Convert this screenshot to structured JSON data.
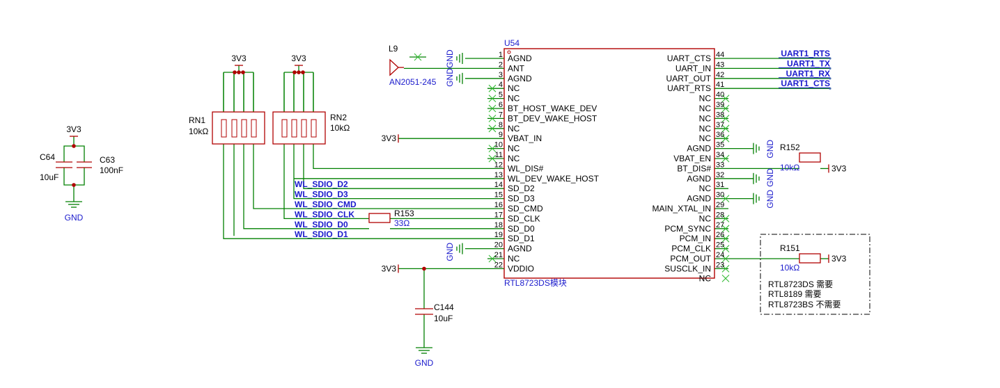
{
  "u54": {
    "designator": "U54",
    "value": "RTL8723DS模块",
    "left_pins": [
      {
        "num": "1",
        "name": "AGND"
      },
      {
        "num": "2",
        "name": "ANT"
      },
      {
        "num": "3",
        "name": "AGND"
      },
      {
        "num": "4",
        "name": "NC"
      },
      {
        "num": "5",
        "name": "NC"
      },
      {
        "num": "6",
        "name": "BT_HOST_WAKE_DEV"
      },
      {
        "num": "7",
        "name": "BT_DEV_WAKE_HOST"
      },
      {
        "num": "8",
        "name": "NC"
      },
      {
        "num": "9",
        "name": "VBAT_IN"
      },
      {
        "num": "10",
        "name": "NC"
      },
      {
        "num": "11",
        "name": "NC"
      },
      {
        "num": "12",
        "name": "WL_DIS#"
      },
      {
        "num": "13",
        "name": "WL_DEV_WAKE_HOST"
      },
      {
        "num": "14",
        "name": "SD_D2"
      },
      {
        "num": "15",
        "name": "SD_D3"
      },
      {
        "num": "16",
        "name": "SD_CMD"
      },
      {
        "num": "17",
        "name": "SD_CLK"
      },
      {
        "num": "18",
        "name": "SD_D0"
      },
      {
        "num": "19",
        "name": "SD_D1"
      },
      {
        "num": "20",
        "name": "AGND"
      },
      {
        "num": "21",
        "name": "NC"
      },
      {
        "num": "22",
        "name": "VDDIO"
      }
    ],
    "right_pins": [
      {
        "num": "44",
        "name": "UART_CTS"
      },
      {
        "num": "43",
        "name": "UART_IN"
      },
      {
        "num": "42",
        "name": "UART_OUT"
      },
      {
        "num": "41",
        "name": "UART_RTS"
      },
      {
        "num": "40",
        "name": "NC"
      },
      {
        "num": "39",
        "name": "NC"
      },
      {
        "num": "38",
        "name": "NC"
      },
      {
        "num": "37",
        "name": "NC"
      },
      {
        "num": "36",
        "name": "NC"
      },
      {
        "num": "35",
        "name": "AGND"
      },
      {
        "num": "34",
        "name": "VBAT_EN"
      },
      {
        "num": "33",
        "name": "BT_DIS#"
      },
      {
        "num": "32",
        "name": "AGND"
      },
      {
        "num": "31",
        "name": "NC"
      },
      {
        "num": "30",
        "name": "AGND"
      },
      {
        "num": "29",
        "name": "MAIN_XTAL_IN"
      },
      {
        "num": "28",
        "name": "NC"
      },
      {
        "num": "27",
        "name": "PCM_SYNC"
      },
      {
        "num": "26",
        "name": "PCM_IN"
      },
      {
        "num": "25",
        "name": "PCM_CLK"
      },
      {
        "num": "24",
        "name": "PCM_OUT"
      },
      {
        "num": "23",
        "name": "SUSCLK_IN"
      }
    ],
    "right_last_nc": "NC"
  },
  "antenna": {
    "designator": "L9",
    "value": "AN2051-245"
  },
  "rn1": {
    "designator": "RN1",
    "value": "10kΩ"
  },
  "rn2": {
    "designator": "RN2",
    "value": "10kΩ"
  },
  "r153": {
    "designator": "R153",
    "value": "33Ω"
  },
  "r152": {
    "designator": "R152",
    "value": "10kΩ"
  },
  "r151": {
    "designator": "R151",
    "value": "10kΩ"
  },
  "c64": {
    "designator": "C64",
    "value": "10uF"
  },
  "c63": {
    "designator": "C63",
    "value": "100nF"
  },
  "c144": {
    "designator": "C144",
    "value": "10uF"
  },
  "power": {
    "v33": "3V3",
    "gnd": "GND"
  },
  "uart_nets": [
    "UART1_RTS",
    "UART1_TX",
    "UART1_RX",
    "UART1_CTS"
  ],
  "sdio_nets": [
    "WL_SDIO_D2",
    "WL_SDIO_D3",
    "WL_SDIO_CMD",
    "WL_SDIO_CLK",
    "WL_SDIO_D0",
    "WL_SDIO_D1"
  ],
  "note": [
    "RTL8723DS 需要",
    "RTL8189 需要",
    "RTL8723BS 不需要"
  ],
  "colors": {
    "wire": "#008000",
    "part": "#b00000",
    "label": "#1a1acc",
    "noconnect": "#33bb33"
  }
}
